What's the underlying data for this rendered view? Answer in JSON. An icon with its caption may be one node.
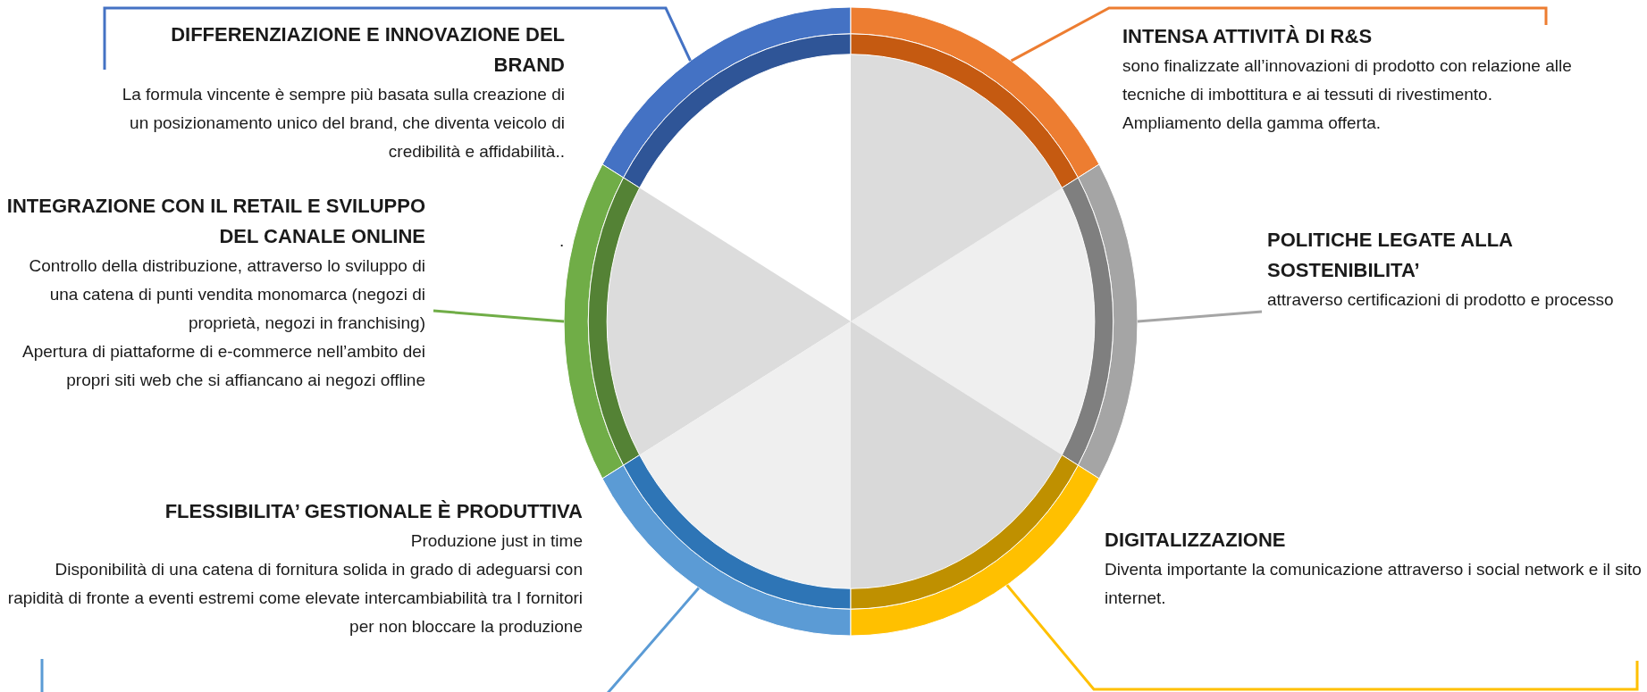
{
  "diagram": {
    "nodes": [
      {
        "text": [
          "DIFFERENZIAZIONE E INNOVAZIONE DEL BRAND",
          "La formula vincente è sempre più basata sulla creazione di un posizionamento unico del brand, che diventa veicolo di credibilità e affidabilità.."
        ]
      },
      {
        "text": [
          "INTENSA ATTIVITÀ DI R&S",
          "sono finalizzate all’innovazioni di prodotto con relazione alle tecniche di imbottitura e ai tessuti di rivestimento.  Ampliamento della gamma offerta."
        ]
      },
      {
        "text": [
          "INTEGRAZIONE CON IL RETAIL E SVILUPPO DEL CANALE ONLINE",
          "Controllo della distribuzione, attraverso lo sviluppo di una catena di punti vendita monomarca (negozi di proprietà, negozi in franchising)",
          "Apertura di piattaforme di e-commerce nell’ambito dei propri siti web che si affiancano ai negozi offline"
        ]
      },
      {
        "text": [
          "POLITICHE LEGATE ALLA SOSTENIBILITA’",
          "attraverso certificazioni di prodotto e processo"
        ]
      },
      {
        "text": [
          "FLESSIBILITA’ GESTIONALE È PRODUTTIVA",
          "Produzione just in time",
          "Disponibilità di una catena di fornitura solida in grado di adeguarsi con rapidità di fronte a eventi estremi come elevate intercambiabilità tra I fornitori per non bloccare la produzione"
        ]
      },
      {
        "text": [
          "DIGITALIZZAZIONE",
          "Diventa importante la comunicazione attraverso i social network e il sito internet."
        ]
      },
      {
        "text": [],
        "shape": "arc"
      },
      {
        "text": [],
        "shape": "arc"
      },
      {
        "text": [],
        "shape": "arc"
      },
      {
        "text": [],
        "shape": "arc"
      },
      {
        "text": [],
        "shape": "arc"
      },
      {
        "text": [],
        "shape": "arc"
      }
    ],
    "edges": [
      {
        "from": 0,
        "to": 6,
        "arrow": "none",
        "color": "#4472c4"
      },
      {
        "from": 1,
        "to": 7,
        "arrow": "none",
        "color": "#ed7d31"
      },
      {
        "from": 2,
        "to": 8,
        "arrow": "none",
        "color": "#70ad47"
      },
      {
        "from": 3,
        "to": 9,
        "arrow": "none",
        "color": "#a5a5a5"
      },
      {
        "from": 4,
        "to": 10,
        "arrow": "none",
        "color": "#5b9bd5"
      },
      {
        "from": 5,
        "to": 11,
        "arrow": "none",
        "color": "#ffc000"
      }
    ],
    "labels": [
      "."
    ]
  }
}
